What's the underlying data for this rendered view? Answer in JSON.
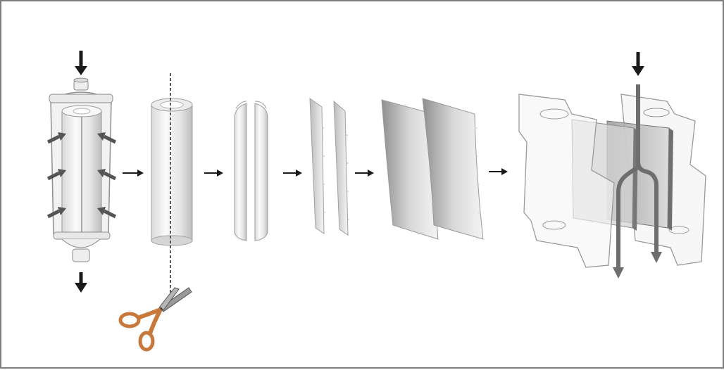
{
  "diagram": {
    "steps": [
      {
        "id": "cartridge",
        "icon": "filter-cartridge-icon"
      },
      {
        "id": "cylinder",
        "icon": "membrane-cylinder-icon"
      },
      {
        "id": "split-cylinder",
        "icon": "split-cylinder-icon"
      },
      {
        "id": "strips",
        "icon": "membrane-strips-icon"
      },
      {
        "id": "sheets",
        "icon": "membrane-sheets-icon"
      },
      {
        "id": "holder",
        "icon": "flat-sheet-holder-icon"
      }
    ],
    "tool": "scissors-icon",
    "colors": {
      "frame": "#7d7d7d",
      "arrow": "#1a1a1a",
      "flow_arrow": "#6e6e6e",
      "scissors_handle": "#c8783a"
    }
  }
}
